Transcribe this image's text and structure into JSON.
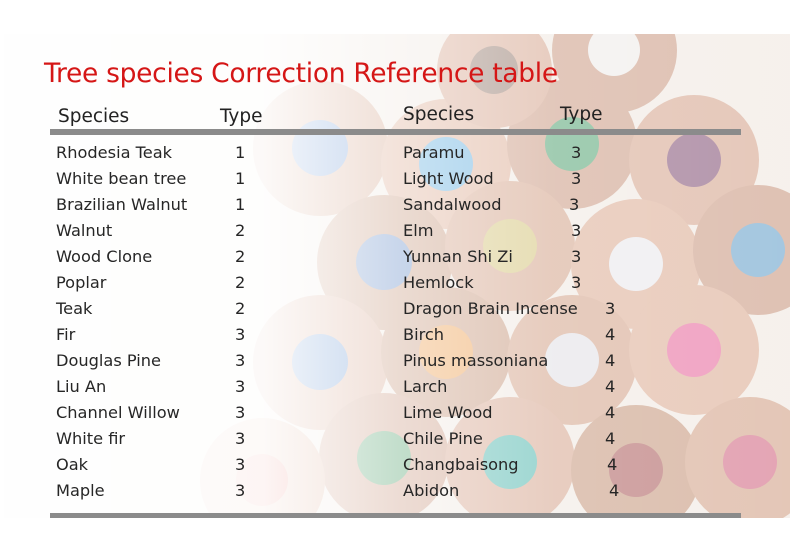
{
  "title": "Tree species Correction Reference table",
  "header": {
    "species_label": "Species",
    "type_label": "Type"
  },
  "left_rows": [
    {
      "species": "Rhodesia Teak",
      "type": "1"
    },
    {
      "species": "White bean tree",
      "type": "1"
    },
    {
      "species": "Brazilian Walnut",
      "type": "1"
    },
    {
      "species": "Walnut",
      "type": "2"
    },
    {
      "species": "Wood Clone",
      "type": "2"
    },
    {
      "species": "Poplar",
      "type": "2"
    },
    {
      "species": "Teak",
      "type": "2"
    },
    {
      "species": "Fir",
      "type": "3"
    },
    {
      "species": "Douglas Pine",
      "type": "3"
    },
    {
      "species": "Liu An",
      "type": "3"
    },
    {
      "species": "Channel Willow",
      "type": "3"
    },
    {
      "species": "White fir",
      "type": "3"
    },
    {
      "species": "Oak",
      "type": "3"
    },
    {
      "species": "Maple",
      "type": "3"
    }
  ],
  "right_rows": [
    {
      "species": "Paramu",
      "type": "3"
    },
    {
      "species": "Light Wood",
      "type": "3"
    },
    {
      "species": "Sandalwood",
      "type": "3"
    },
    {
      "species": "Elm",
      "type": "3"
    },
    {
      "species": "Yunnan Shi Zi",
      "type": "3"
    },
    {
      "species": "Hemlock",
      "type": "3"
    },
    {
      "species": "Dragon Brain Incense",
      "type": "3"
    },
    {
      "species": "Birch",
      "type": "4"
    },
    {
      "species": "Pinus massoniana",
      "type": "4"
    },
    {
      "species": "Larch",
      "type": "4"
    },
    {
      "species": "Lime Wood",
      "type": "4"
    },
    {
      "species": "Chile Pine",
      "type": "4"
    },
    {
      "species": "Changbaisong",
      "type": "4"
    },
    {
      "species": "Abidon",
      "type": "4"
    }
  ],
  "colors": {
    "title": "#d51616",
    "rule": "#8b8b8b",
    "text": "#262626"
  }
}
